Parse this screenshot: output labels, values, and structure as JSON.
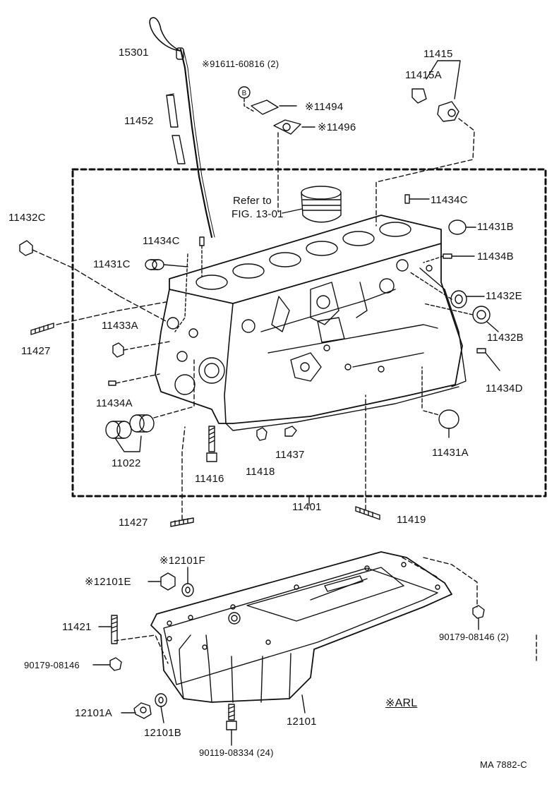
{
  "labels": {
    "p15301": "15301",
    "p91611": "※91611-60816 (2)",
    "p11415": "11415",
    "p11415A": "11415A",
    "p11452": "11452",
    "p11494": "※11494",
    "p11496": "※11496",
    "p11434C_top": "11434C",
    "refer1": "Refer to",
    "refer2": "FIG. 13-01",
    "p11432C": "11432C",
    "p11434C_left": "11434C",
    "p11431B": "11431B",
    "p11431C": "11431C",
    "p11434B": "11434B",
    "p11432E": "11432E",
    "p11433A": "11433A",
    "p11427_left": "11427",
    "p11432B": "11432B",
    "p11434D": "11434D",
    "p11434A": "11434A",
    "p11022": "11022",
    "p11437": "11437",
    "p11418": "11418",
    "p11416": "11416",
    "p11431A": "11431A",
    "p11401": "11401",
    "p11427_bottom": "11427",
    "p11419": "11419",
    "p12101F": "※12101F",
    "p12101E": "※12101E",
    "p11421": "11421",
    "p90179_right": "90179-08146 (2)",
    "p90179_left": "90179-08146",
    "arl": "※ARL",
    "p12101A": "12101A",
    "p12101": "12101",
    "p12101B": "12101B",
    "p90119": "90119-08334 (24)",
    "footer": "MA  7882-C"
  },
  "icons": {
    "bolt_b": "B"
  }
}
